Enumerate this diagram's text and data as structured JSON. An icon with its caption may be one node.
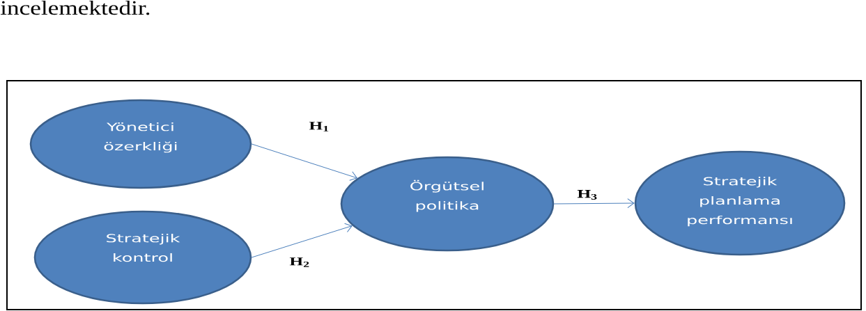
{
  "diagram": {
    "nodes": [
      {
        "text": [
          "Yönetici özerkliği"
        ]
      },
      {
        "text": [
          "Stratejik kontrol"
        ]
      },
      {
        "text": [
          "Örgütsel politika"
        ]
      },
      {
        "text": [
          "Stratejik planlama performansı"
        ]
      }
    ],
    "edges": [
      {
        "from": 0,
        "to": 2,
        "arrow": "to",
        "label": "H$_{1}$"
      },
      {
        "from": 1,
        "to": 2,
        "arrow": "to",
        "label": "H$_{2}$"
      },
      {
        "from": 2,
        "to": 3,
        "arrow": "to",
        "label": "H$_{3}$"
      }
    ],
    "labels": [
      "incelemektedir."
    ]
  }
}
